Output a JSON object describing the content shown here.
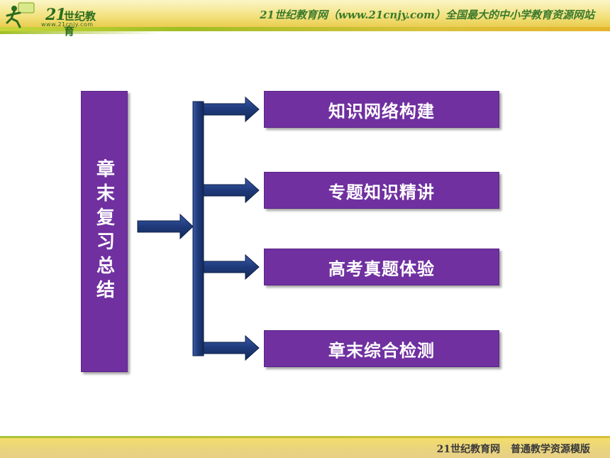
{
  "header": {
    "logo_number": "21",
    "logo_name": "世纪教育",
    "logo_url": "www.21cnjy.com",
    "site_text": "21世纪教育网（www.21cnjy.com）全国最大的中小学教育资源网站"
  },
  "diagram": {
    "root": "章末复习总结",
    "branches": [
      {
        "label": "知识网络构建"
      },
      {
        "label": "专题知识精讲"
      },
      {
        "label": "高考真题体验"
      },
      {
        "label": "章末综合检测"
      }
    ]
  },
  "footer": {
    "text": "21世纪教育网 普通教学资源模版"
  },
  "colors": {
    "box_fill": "#7030a0",
    "arrow_fill": "#1f3a7a",
    "header_green": "#3c7a2c",
    "header_gold": "#e6c43c"
  }
}
